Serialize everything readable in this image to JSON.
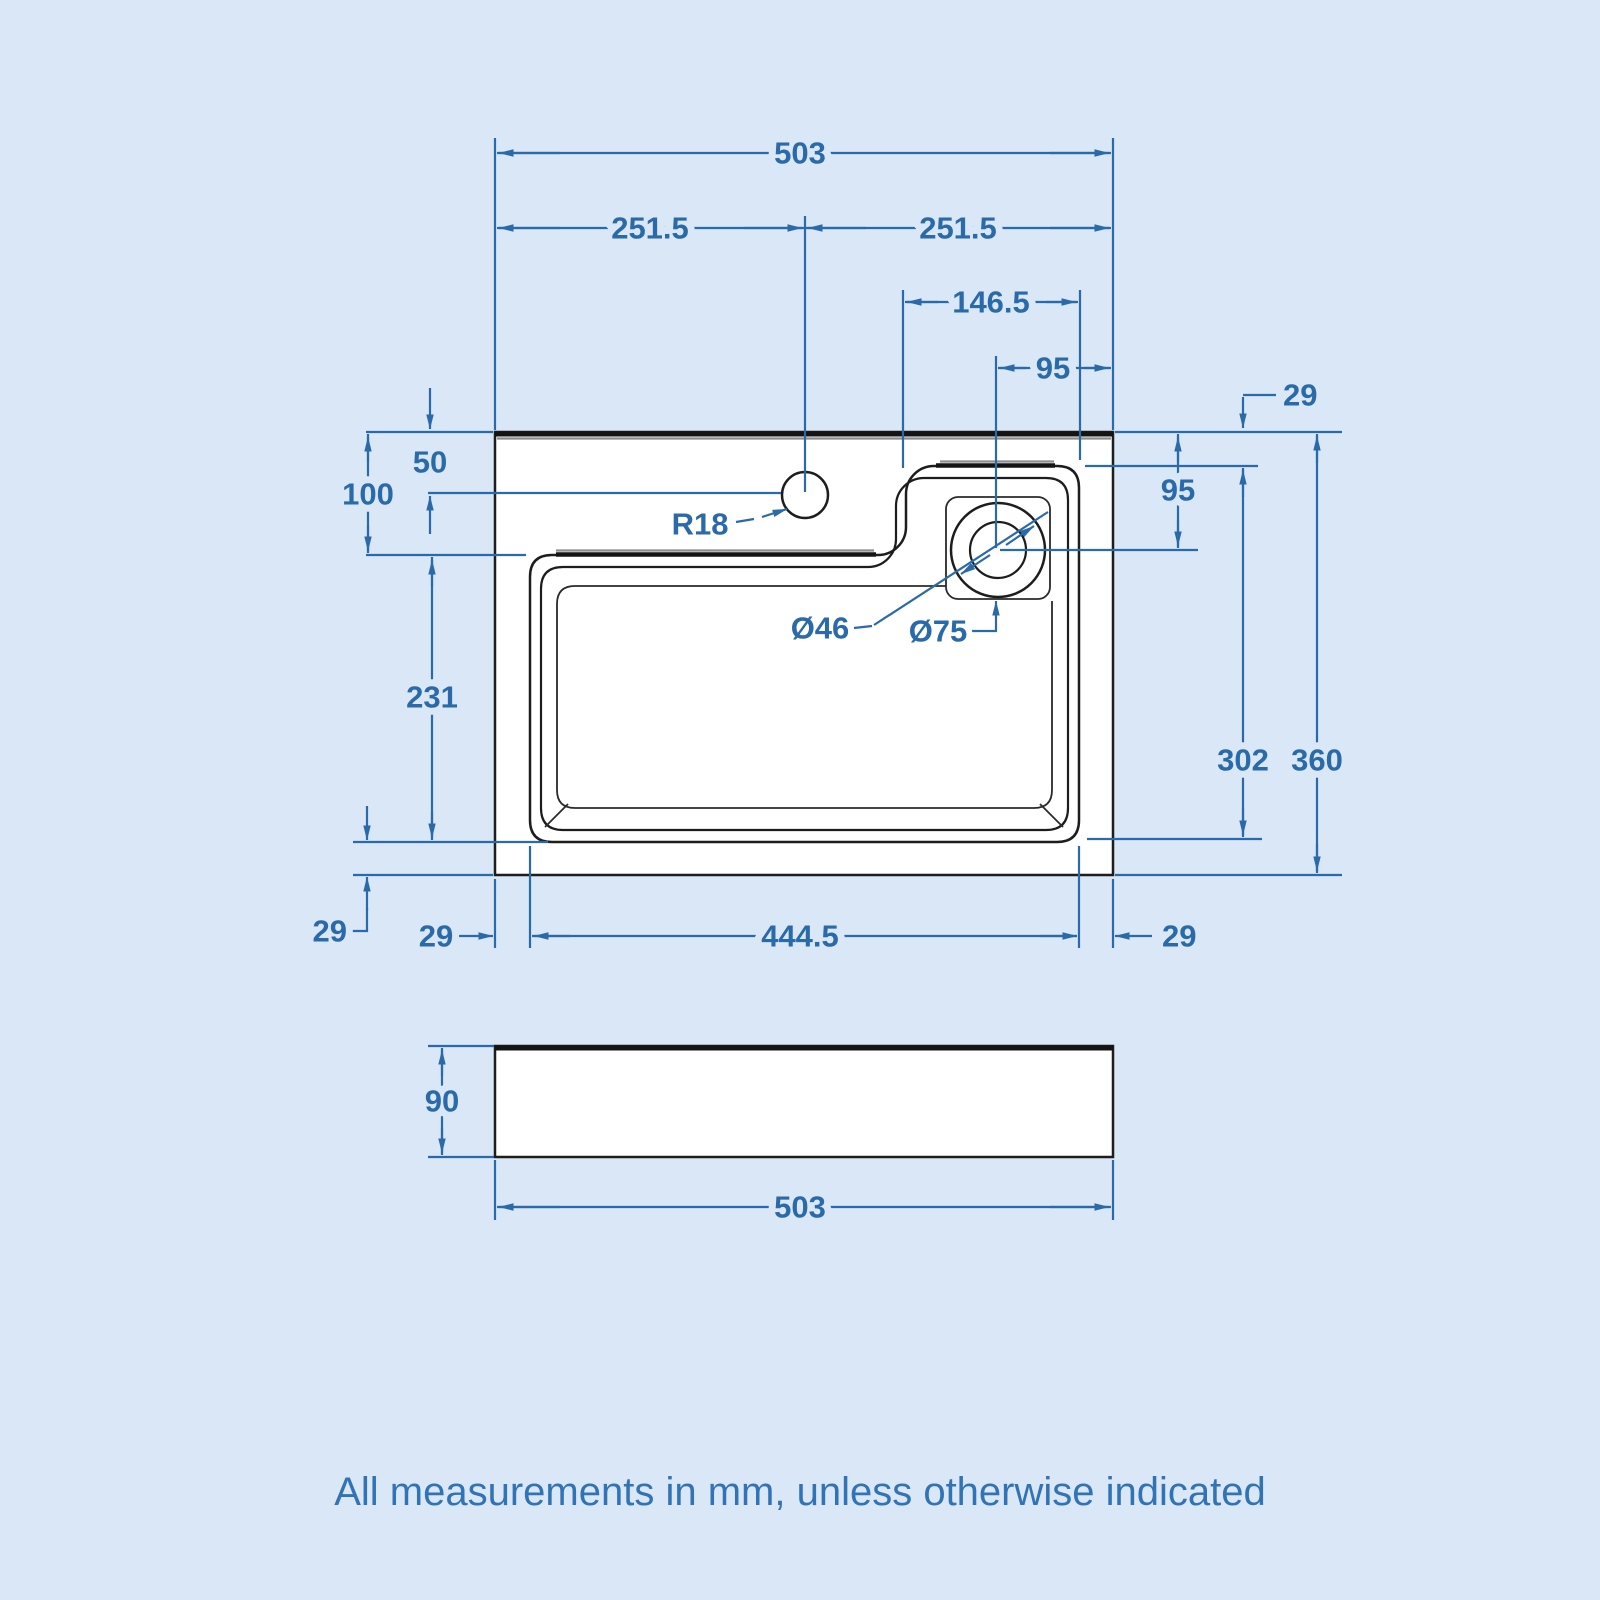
{
  "colors": {
    "background": "#d9e7f7",
    "dimension_blue": "#2b6aa8",
    "note_blue": "#3273b5",
    "line_dark": "#1d1d1d",
    "shadow_gray": "#8c8c8c"
  },
  "note": "All measurements in mm, unless otherwise indicated",
  "plan_view": {
    "overall_width": "503",
    "half_width_left": "251.5",
    "half_width_right": "251.5",
    "drain_zone_width": "146.5",
    "drain_to_edge_top": "95",
    "rim_top": "29",
    "tap_hole_offset": "50",
    "deck_depth": "100",
    "bowl_length": "231",
    "drain_depth_from_top": "95",
    "inner_depth": "302",
    "overall_depth": "360",
    "rim_bottom": "29",
    "rim_left": "29",
    "bowl_width": "444.5",
    "rim_right": "29",
    "tap_hole_radius": "R18",
    "drain_inner_dia": "Ø46",
    "drain_outer_dia": "Ø75"
  },
  "side_view": {
    "height": "90",
    "width": "503"
  }
}
